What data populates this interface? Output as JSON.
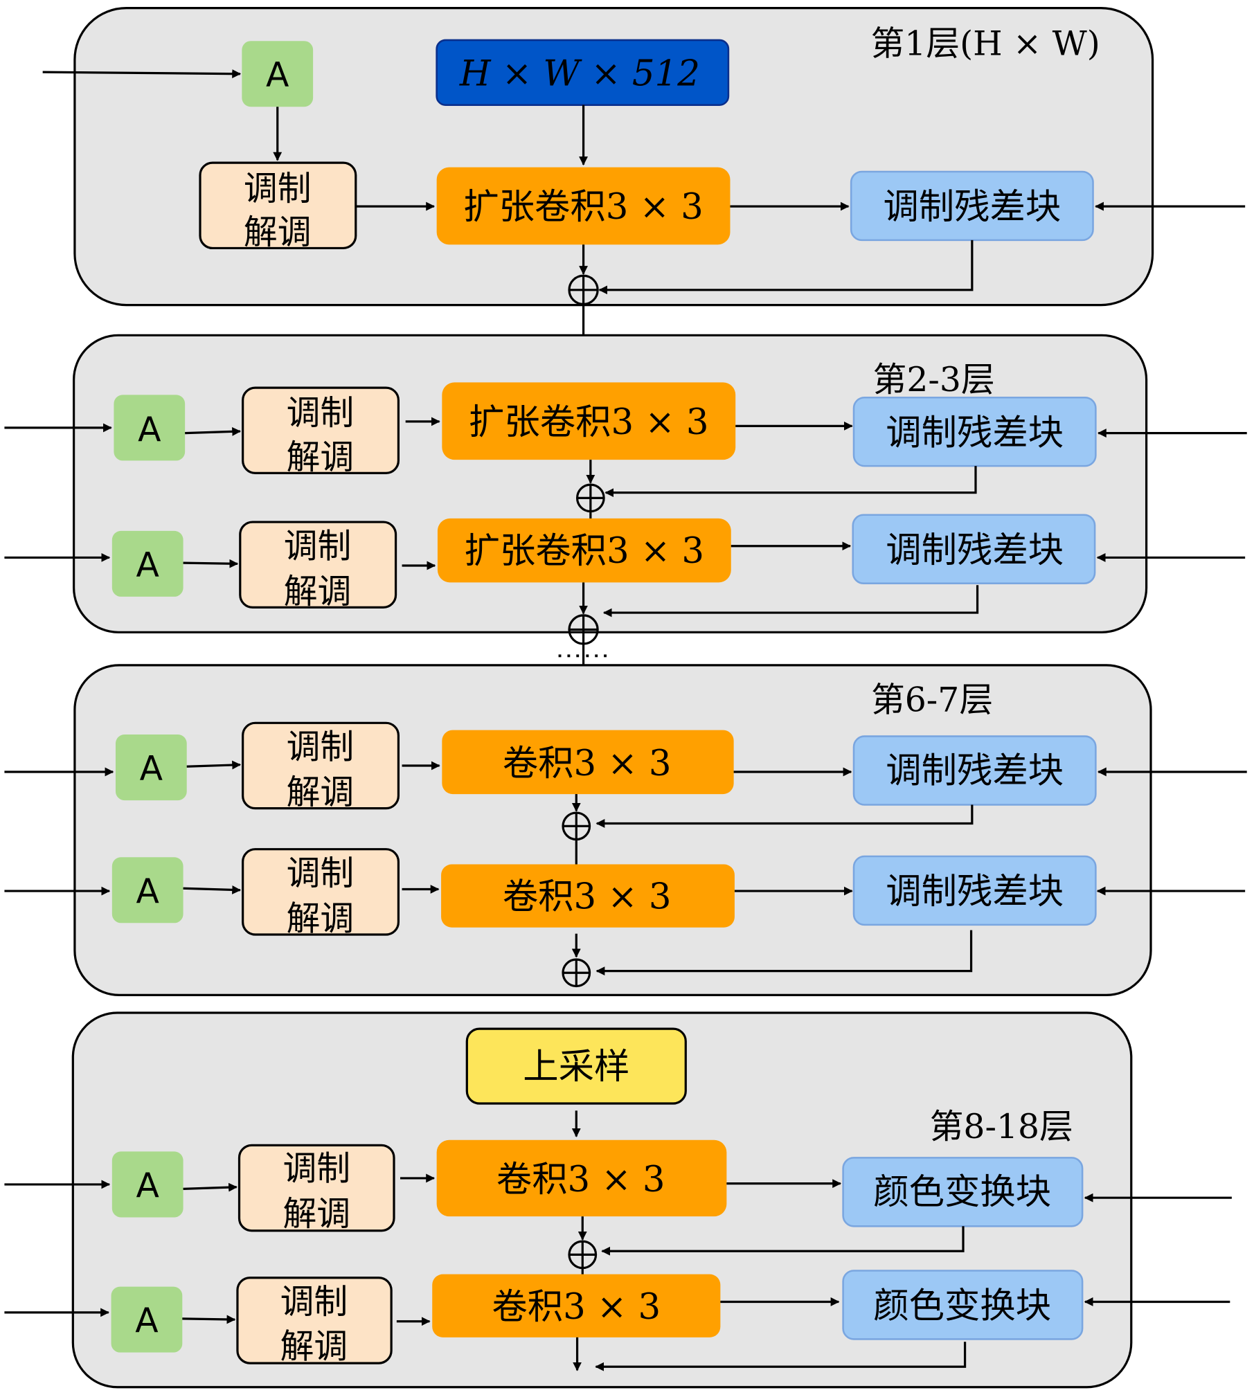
{
  "diagram": {
    "title": "Generator layer structure",
    "colors": {
      "panel": "#e5e5e5",
      "affine": "#a9d98b",
      "modulation": "#fde3c6",
      "conv": "#ffa000",
      "input": "#0055c8",
      "residual": "#9cc8f5",
      "upsample": "#fde55a"
    },
    "input_block": "H × W × 512",
    "affine_label": "A",
    "modulation_line1": "调制",
    "modulation_line2": "解调",
    "groups": [
      {
        "label": "第1层(H × W)",
        "rows": [
          {
            "conv": "扩张卷积3 × 3",
            "side": "调制残差块"
          }
        ]
      },
      {
        "label": "第2-3层",
        "rows": [
          {
            "conv": "扩张卷积3 × 3",
            "side": "调制残差块"
          },
          {
            "conv": "扩张卷积3 × 3",
            "side": "调制残差块"
          }
        ]
      },
      {
        "label": "第6-7层",
        "rows": [
          {
            "conv": "卷积3 × 3",
            "side": "调制残差块"
          },
          {
            "conv": "卷积3 × 3",
            "side": "调制残差块"
          }
        ]
      },
      {
        "label": "第8-18层",
        "top_block": "上采样",
        "rows": [
          {
            "conv": "卷积3 × 3",
            "side": "颜色变换块"
          },
          {
            "conv": "卷积3 × 3",
            "side": "颜色变换块"
          }
        ]
      }
    ],
    "sum_symbol": "⊕",
    "ellipsis": "……"
  }
}
